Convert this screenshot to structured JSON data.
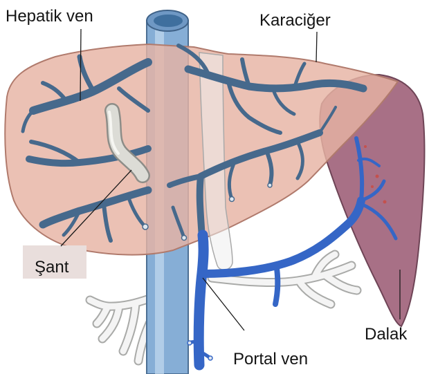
{
  "labels": {
    "hepatic_vein": "Hepatik ven",
    "liver": "Karaciğer",
    "shunt": "Şant",
    "portal_vein": "Portal ven",
    "spleen": "Dalak"
  },
  "colors": {
    "liver": "#e6b3a3",
    "spleen": "#a87086",
    "vena_cava": "#86aed6",
    "hepatic_vein": "#46698c",
    "portal_vein": "#3566c6",
    "shunt": "#dcdcd6",
    "mesenteric_vessels": "#f4f4f4"
  }
}
